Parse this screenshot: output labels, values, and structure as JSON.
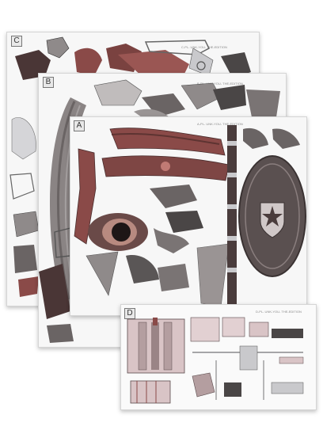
{
  "sheets": {
    "c": {
      "letter": "C",
      "caption": "C-PL-  UNK-YOU-  THE-EDITION"
    },
    "b": {
      "letter": "B",
      "caption": "B-PL-  UNK-YOU-  THE-EDITION"
    },
    "a": {
      "letter": "A",
      "caption": "A-PL-  UNK-YOU-  THE-EDITION"
    },
    "d": {
      "letter": "D",
      "caption": "D-PL-  UNK-YOU-  THE-EDITION"
    }
  },
  "colors": {
    "sheet_bg": "#f7f7f7",
    "maroon": "#8a4a48",
    "dark_brown": "#4a3636",
    "gray": "#8f8a8a",
    "dark_gray": "#4a4646",
    "pink": "#d9c4c6",
    "light_gray": "#c9c9cc"
  },
  "icons": {
    "emblem": "star-shield-icon"
  }
}
